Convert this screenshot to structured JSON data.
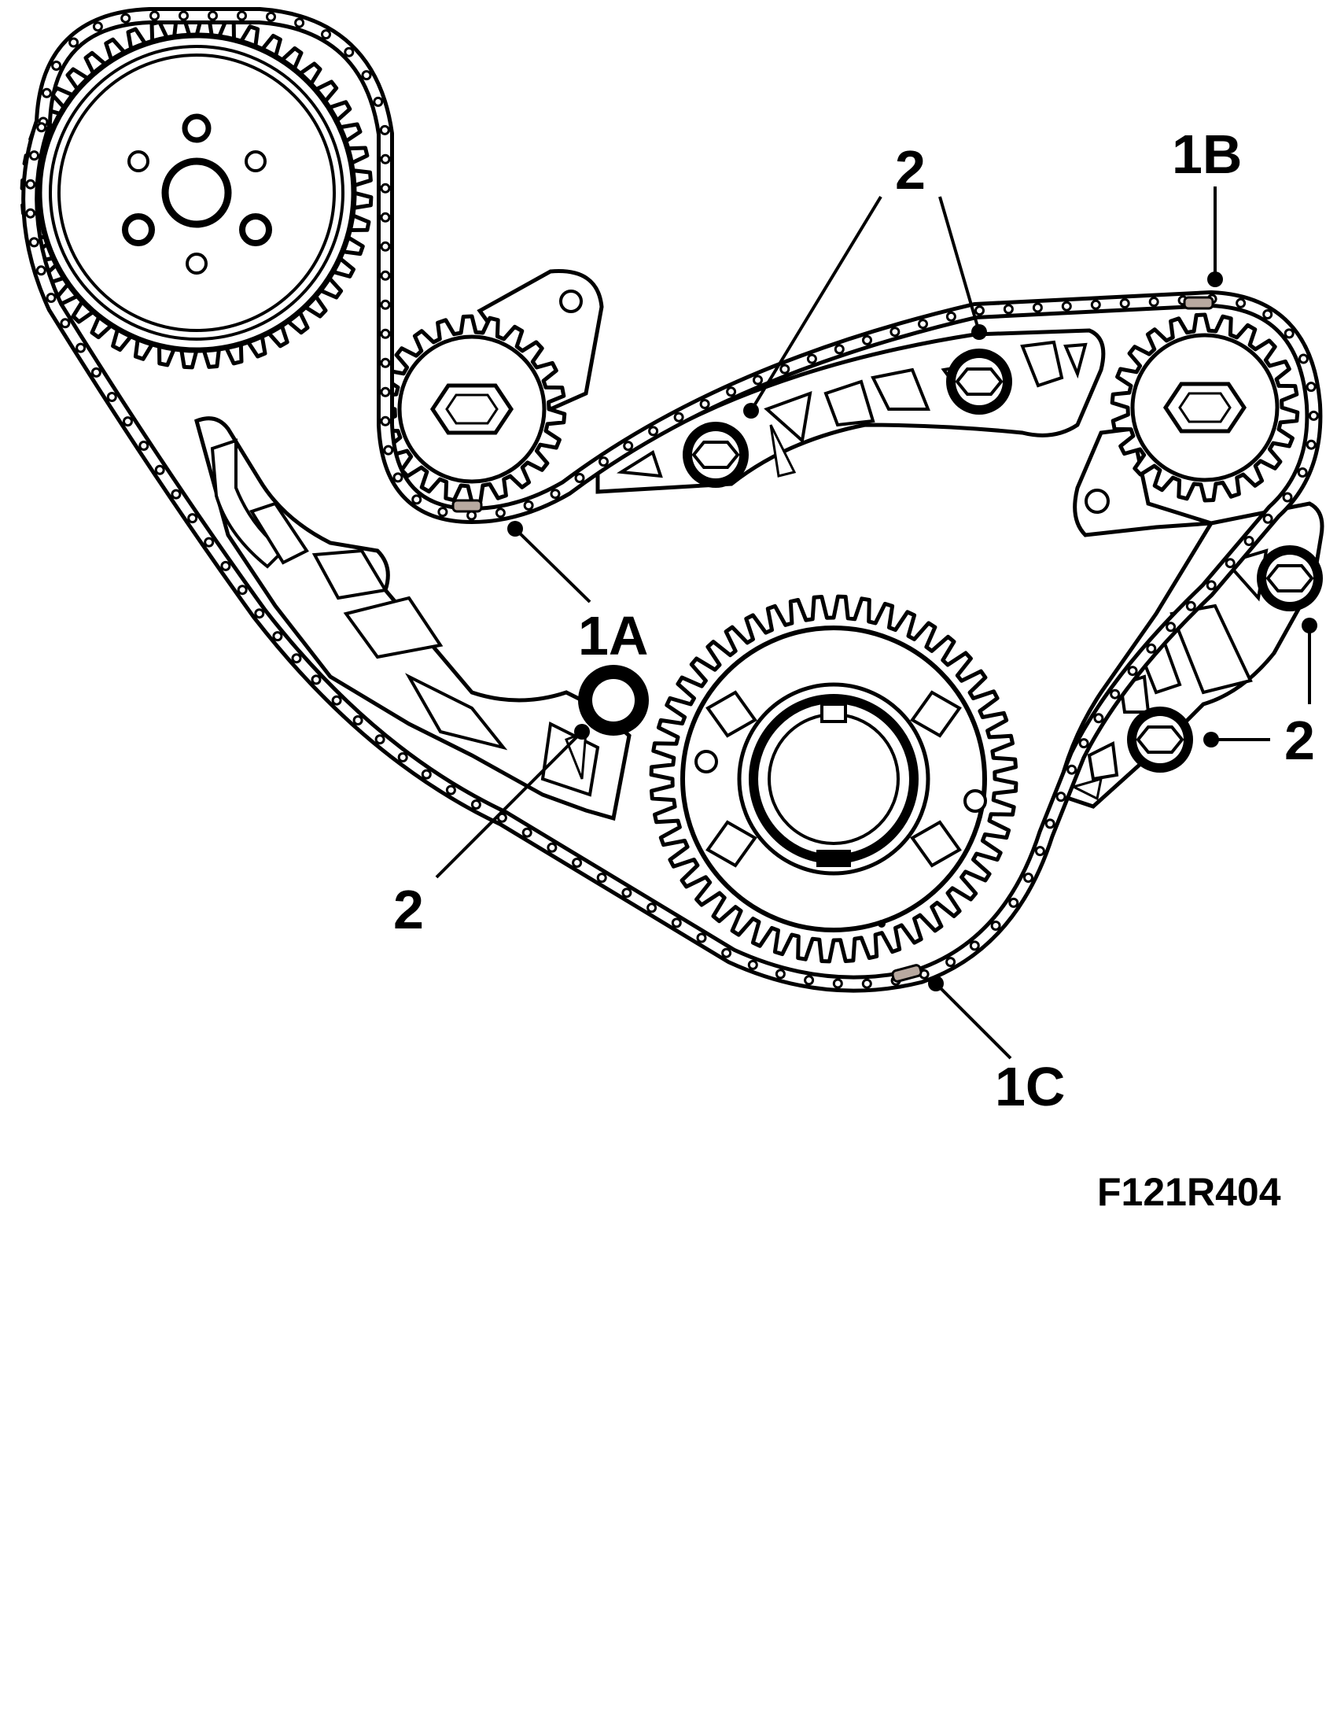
{
  "labels": {
    "1A": "1A",
    "1B": "1B",
    "1C": "1C",
    "2": "2"
  },
  "figure_code": "F121R404",
  "colors": {
    "ink": "#000000",
    "paper": "#ffffff",
    "marked_link": "#b8a9a0"
  }
}
